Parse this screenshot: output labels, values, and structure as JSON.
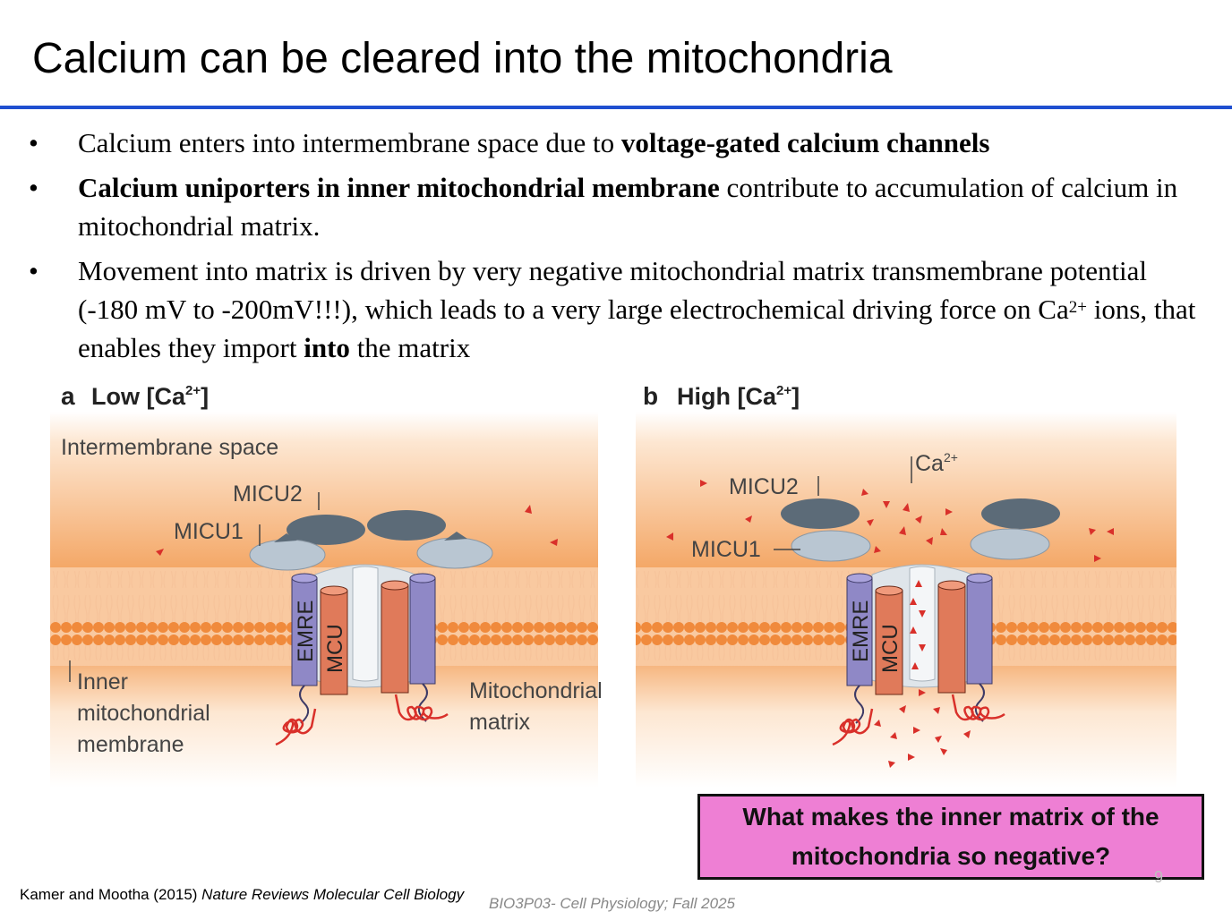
{
  "title": "Calcium can be cleared into the mitochondria",
  "bullets": [
    {
      "parts": [
        {
          "text": "Calcium enters into intermembrane space due to ",
          "bold": false
        },
        {
          "text": "voltage-gated calcium channels",
          "bold": true
        }
      ]
    },
    {
      "parts": [
        {
          "text": "Calcium uniporters in inner mitochondrial membrane",
          "bold": true
        },
        {
          "text": " contribute to accumulation of calcium in mitochondrial matrix.",
          "bold": false
        }
      ]
    },
    {
      "parts": [
        {
          "text": "Movement into matrix is driven by very negative mitochondrial matrix transmembrane potential (-180 mV to -200mV!!!), which leads to a very large electrochemical driving force on Ca",
          "bold": false
        },
        {
          "text": "2+",
          "bold": false,
          "sup": true
        },
        {
          "text": " ions, that enables they import ",
          "bold": false
        },
        {
          "text": "into",
          "bold": true
        },
        {
          "text": " the matrix",
          "bold": false
        }
      ]
    }
  ],
  "panel_a": {
    "letter": "a",
    "heading": "Low [Ca",
    "heading_sup": "2+",
    "heading_end": "]",
    "intermembrane_label": "Intermembrane space",
    "micu2": "MICU2",
    "micu1": "MICU1",
    "emre": "EMRE",
    "mcu": "MCU",
    "inner_label_lines": [
      "Inner",
      "mitochondrial",
      "membrane"
    ],
    "matrix_label_lines": [
      "Mitochondrial",
      "matrix"
    ]
  },
  "panel_b": {
    "letter": "b",
    "heading": "High [Ca",
    "heading_sup": "2+",
    "heading_end": "]",
    "ca_label": "Ca",
    "ca_sup": "2+",
    "micu2": "MICU2",
    "micu1": "MICU1",
    "emre": "EMRE",
    "mcu": "MCU"
  },
  "question": "What makes the inner matrix of the mitochondria so negative?",
  "page_number": "9",
  "citation": {
    "authors": "Kamer and Mootha (2015) ",
    "journal": "Nature Reviews Molecular Cell Biology"
  },
  "course": "BIO3P03- Cell Physiology; Fall 2025",
  "colors": {
    "title_rule": "#1f4fd0",
    "membrane_orange": "#f3a15c",
    "micu_dark": "#5c6b78",
    "micu_light": "#b9c6d2",
    "emre_purple": "#8f88c6",
    "mcu_red": "#e07a5a",
    "calcium_red": "#d9302a",
    "question_box": "#ee7fd4"
  }
}
